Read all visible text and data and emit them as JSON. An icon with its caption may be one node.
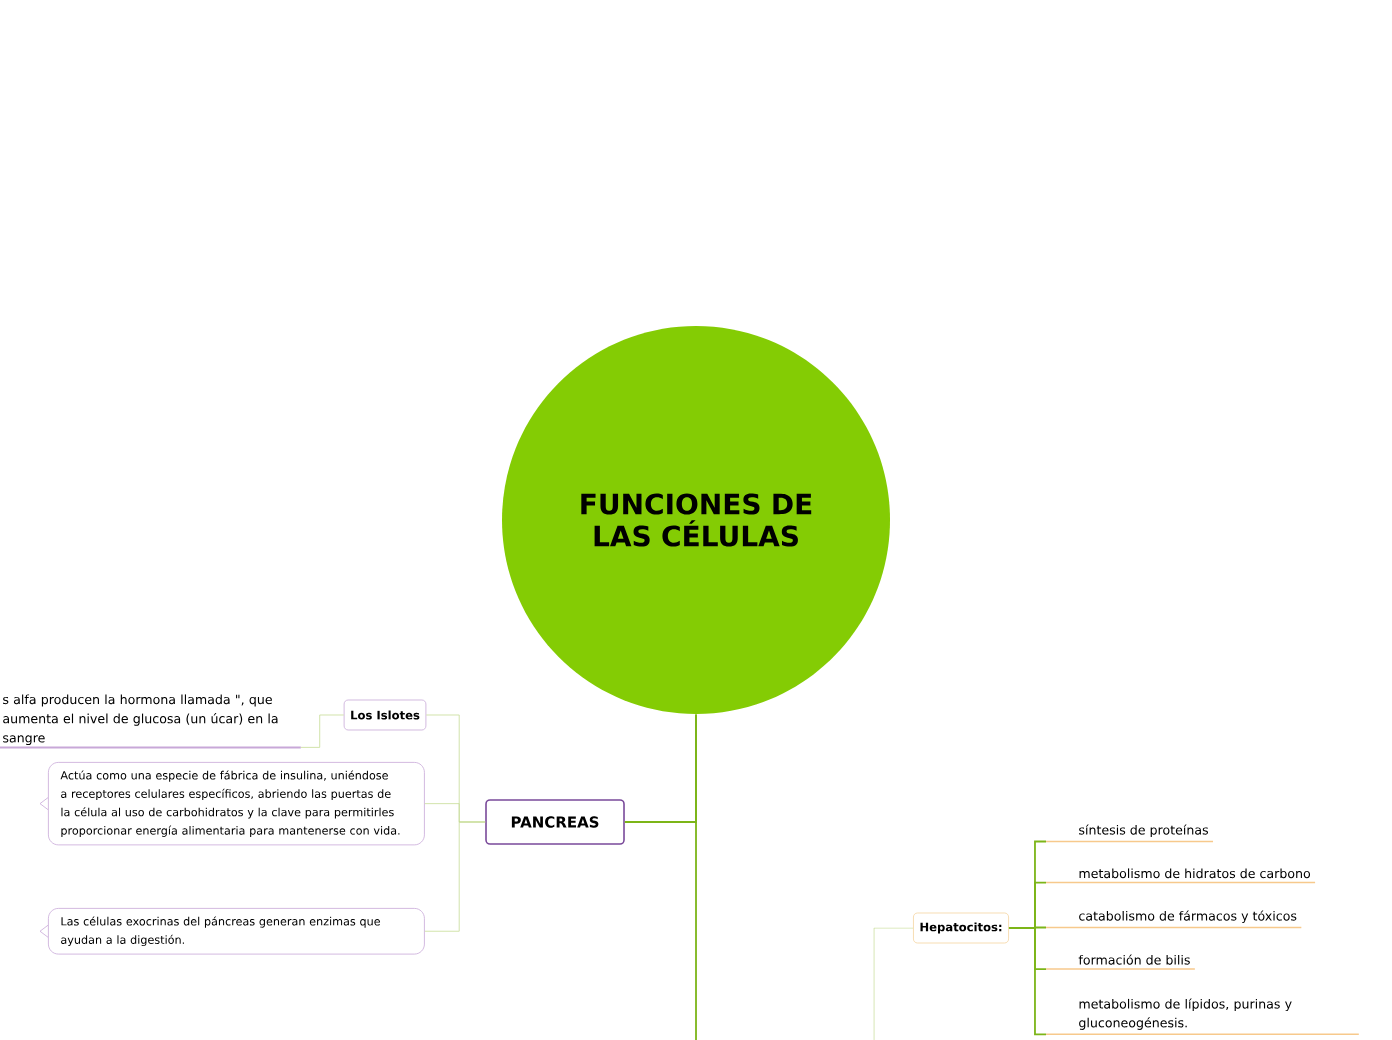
{
  "diagram": {
    "nodes": [
      {
        "text": [
          "FUNCIONES DE LAS CÉLULAS"
        ]
      },
      {
        "text": [
          "PANCREAS"
        ]
      },
      {
        "text": [
          "Los Islotes"
        ]
      },
      {
        "text": [
          "s alfa producen la hormona llamada \", que aumenta el nivel de glucosa (un úcar) en la sangre"
        ]
      },
      {
        "text": [
          "Actúa como una especie de fábrica de insulina, uniéndose a receptores celulares específicos, abriendo las puertas de la célula al uso de carbohidratos y la clave para permitirles proporcionar energía alimentaria para mantenerse con vida."
        ]
      },
      {
        "text": [
          "Las células exocrinas del páncreas generan enzimas que ayudan a la digestión."
        ]
      },
      {
        "text": [
          "Hepatocitos:"
        ]
      },
      {
        "text": [
          "síntesis de proteínas"
        ]
      },
      {
        "text": [
          "metabolismo de hidratos de carbono"
        ]
      },
      {
        "text": [
          "catabolismo de fármacos y tóxicos"
        ]
      },
      {
        "text": [
          "formación de bilis"
        ]
      },
      {
        "text": [
          "metabolismo de lípidos, purinas y gluconeogénesis."
        ]
      }
    ],
    "edges": [
      {
        "from": 0,
        "to": 1,
        "arrow": "none"
      },
      {
        "from": 0,
        "to": null,
        "arrow": "none"
      },
      {
        "from": 1,
        "to": 2,
        "arrow": "none",
        "color": "#c6dc96"
      },
      {
        "from": 2,
        "to": 3,
        "arrow": "none",
        "color": "#c6dc96"
      },
      {
        "from": 1,
        "to": 4,
        "arrow": "none",
        "color": "#c6dc96"
      },
      {
        "from": 1,
        "to": 5,
        "arrow": "none",
        "color": "#c6dc96"
      },
      {
        "from": null,
        "to": 6,
        "arrow": "none",
        "color": "#c6dc96"
      },
      {
        "from": 6,
        "to": 7,
        "arrow": "none"
      },
      {
        "from": 6,
        "to": 8,
        "arrow": "none"
      },
      {
        "from": 6,
        "to": 9,
        "arrow": "none"
      },
      {
        "from": 6,
        "to": 10,
        "arrow": "none"
      },
      {
        "from": 6,
        "to": 11,
        "arrow": "none"
      }
    ]
  }
}
